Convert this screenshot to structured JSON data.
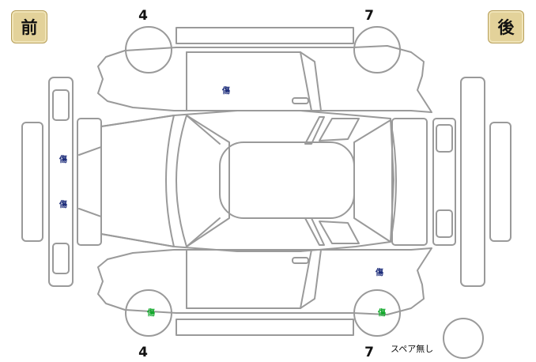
{
  "labels": {
    "front": "前",
    "rear": "後"
  },
  "tire_numbers": {
    "front_left": "4",
    "rear_left": "7",
    "front_right": "4",
    "rear_right": "7"
  },
  "damage_marks": {
    "left_front_door": "傷",
    "front_bumper_upper": "傷",
    "front_bumper_lower": "傷",
    "right_rear_door": "傷",
    "right_front_tire": "傷",
    "right_rear_tire": "傷"
  },
  "spare_tire": {
    "label": "スペア無し"
  },
  "colors": {
    "outline": "#9a9a9a",
    "badge_fill": "#e3d29a",
    "mark_blue": "#1c2c7a",
    "mark_green": "#11a82a"
  }
}
